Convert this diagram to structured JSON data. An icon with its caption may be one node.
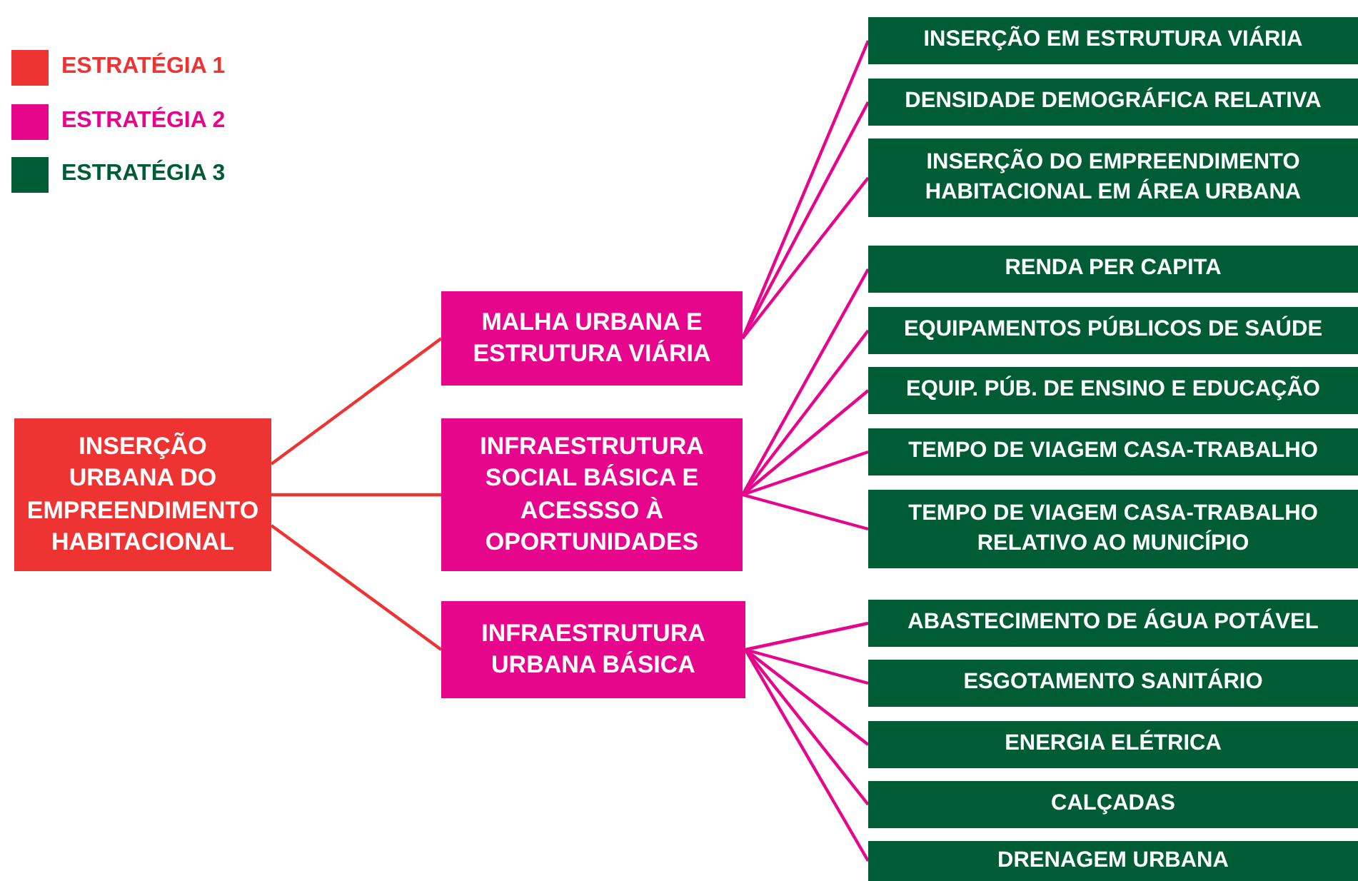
{
  "diagram": {
    "nodes": [
      {
        "text": [
          "INSERÇÃO URBANA DO EMPREENDIMENTO HABITACIONAL"
        ]
      },
      {
        "text": [
          "MALHA URBANA E ESTRUTURA VIÁRIA"
        ]
      },
      {
        "text": [
          "INFRAESTRUTURA SOCIAL BÁSICA E ACESSSO À OPORTUNIDADES"
        ]
      },
      {
        "text": [
          "INFRAESTRUTURA URBANA BÁSICA"
        ]
      },
      {
        "text": [
          "INSERÇÃO EM ESTRUTURA VIÁRIA"
        ]
      },
      {
        "text": [
          "DENSIDADE DEMOGRÁFICA RELATIVA"
        ]
      },
      {
        "text": [
          "INSERÇÃO DO EMPREENDIMENTO HABITACIONAL EM ÁREA URBANA"
        ]
      },
      {
        "text": [
          "RENDA PER CAPITA"
        ]
      },
      {
        "text": [
          "EQUIPAMENTOS PÚBLICOS DE SAÚDE"
        ]
      },
      {
        "text": [
          "EQUIP. PÚB. DE ENSINO E EDUCAÇÃO"
        ]
      },
      {
        "text": [
          "TEMPO DE VIAGEM CASA-TRABALHO"
        ]
      },
      {
        "text": [
          "TEMPO DE VIAGEM CASA-TRABALHO RELATIVO AO MUNICÍPIO"
        ]
      },
      {
        "text": [
          "ABASTECIMENTO DE ÁGUA POTÁVEL"
        ]
      },
      {
        "text": [
          "ESGOTAMENTO SANITÁRIO"
        ]
      },
      {
        "text": [
          "ENERGIA ELÉTRICA"
        ]
      },
      {
        "text": [
          "CALÇADAS"
        ]
      },
      {
        "text": [
          "DRENAGEM URBANA"
        ]
      }
    ],
    "edges": [
      {
        "from": 0,
        "to": 1,
        "arrow": "none",
        "color": "#ee3333"
      },
      {
        "from": 0,
        "to": 2,
        "arrow": "none",
        "color": "#ee3333"
      },
      {
        "from": 0,
        "to": 3,
        "arrow": "none",
        "color": "#ee3333"
      },
      {
        "from": 1,
        "to": 4,
        "arrow": "none"
      },
      {
        "from": 1,
        "to": 5,
        "arrow": "none"
      },
      {
        "from": 1,
        "to": 6,
        "arrow": "none"
      },
      {
        "from": 2,
        "to": 7,
        "arrow": "none"
      },
      {
        "from": 2,
        "to": 8,
        "arrow": "none"
      },
      {
        "from": 2,
        "to": 9,
        "arrow": "none"
      },
      {
        "from": 2,
        "to": 10,
        "arrow": "none"
      },
      {
        "from": 2,
        "to": 11,
        "arrow": "none"
      },
      {
        "from": 3,
        "to": 12,
        "arrow": "none"
      },
      {
        "from": 3,
        "to": 13,
        "arrow": "none"
      },
      {
        "from": 3,
        "to": 14,
        "arrow": "none"
      },
      {
        "from": 3,
        "to": 15,
        "arrow": "none"
      },
      {
        "from": 3,
        "to": 16,
        "arrow": "none"
      }
    ],
    "legend": [
      {
        "text": "ESTRATÉGIA 1",
        "color": "#ee3333"
      },
      {
        "text": "ESTRATÉGIA 2",
        "color": "#e6068c"
      },
      {
        "text": "ESTRATÉGIA 3",
        "color": "#005c35"
      }
    ]
  }
}
